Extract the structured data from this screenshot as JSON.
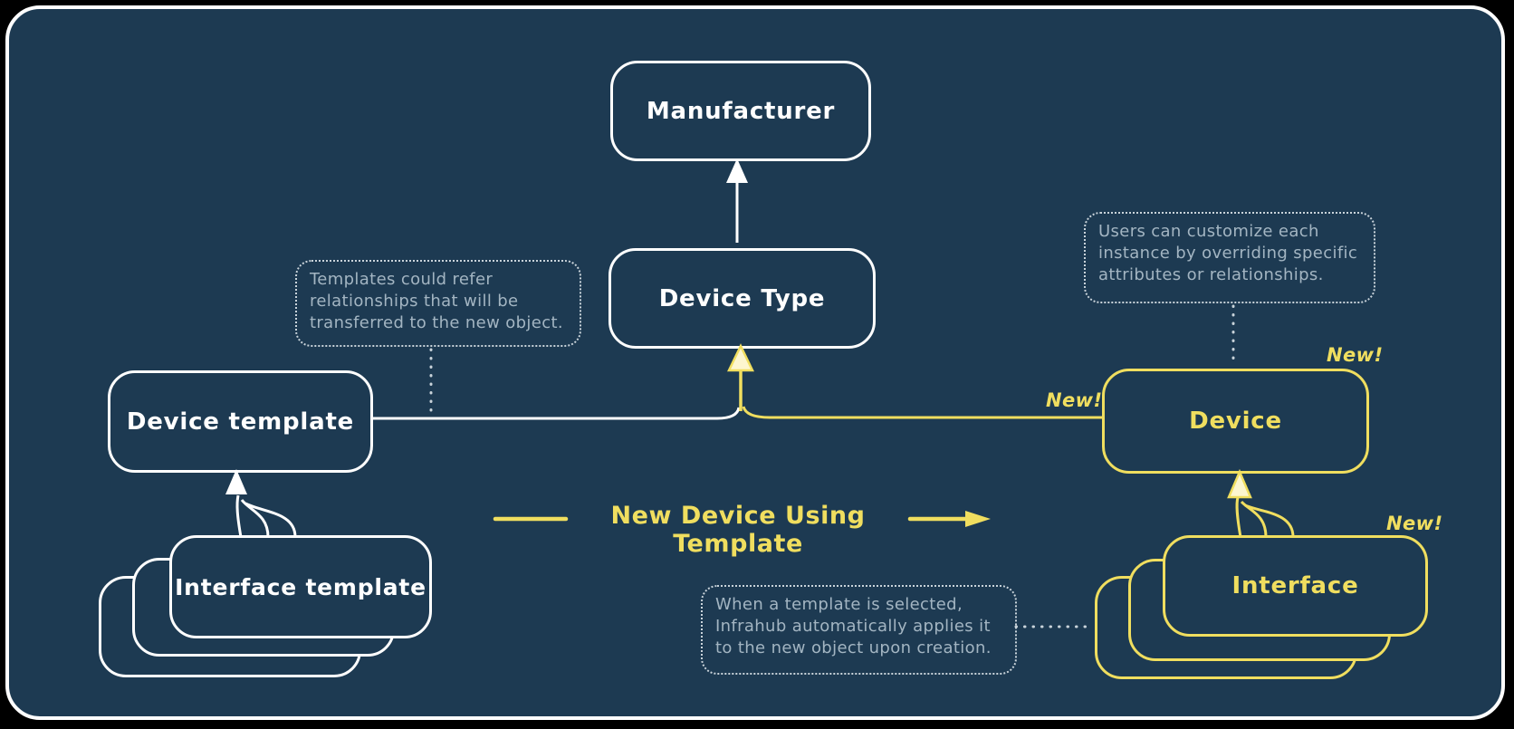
{
  "theme": {
    "canvas_bg": "#1d3a52",
    "outer_bg": "#000000",
    "primary_stroke": "#ffffff",
    "accent_yellow": "#f0de5f",
    "note_text": "#a3b5c2",
    "note_border": "#c9d3da"
  },
  "nodes": {
    "manufacturer": {
      "label": "Manufacturer"
    },
    "device_type": {
      "label": "Device Type"
    },
    "device_template": {
      "label": "Device template"
    },
    "interface_template": {
      "label": "Interface template"
    },
    "device": {
      "label": "Device",
      "badge_left": "New!",
      "badge_top_right": "New!"
    },
    "interface": {
      "label": "Interface",
      "badge_top_right": "New!"
    }
  },
  "notes": {
    "templates": {
      "lines": [
        "Templates could refer",
        "relationships that will be",
        "transferred to the new object."
      ]
    },
    "customize": {
      "lines": [
        "Users can customize each",
        "instance by overriding specific",
        "attributes or relationships."
      ]
    },
    "apply": {
      "lines": [
        "When a template is selected,",
        "Infrahub automatically applies it",
        "to the new object upon creation."
      ]
    }
  },
  "flow": {
    "label": "New Device Using Template"
  }
}
